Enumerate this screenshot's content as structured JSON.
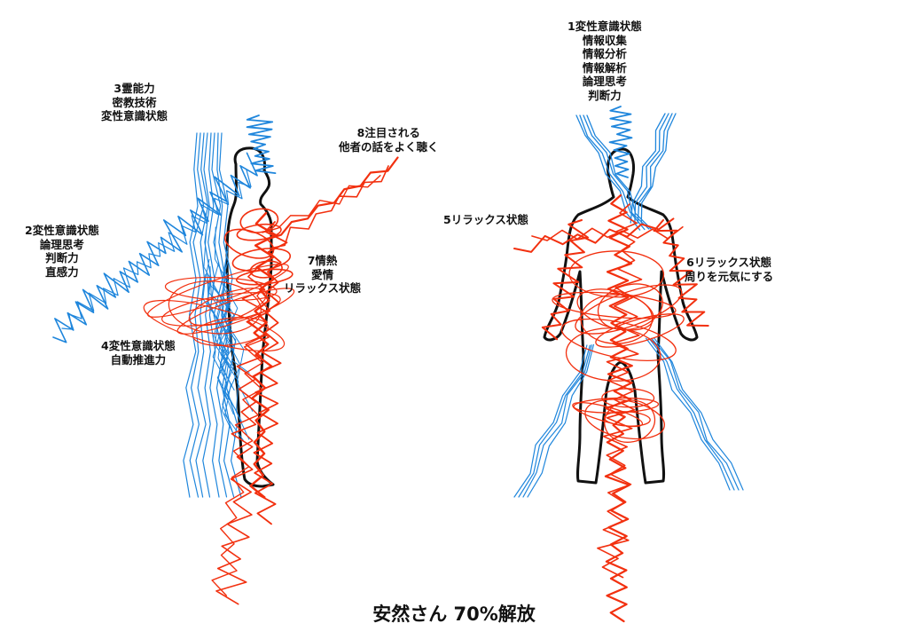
{
  "title": "安然さん 70%解放",
  "colors": {
    "blue": "#1f86dc",
    "red": "#f2300f",
    "outline": "#111111"
  },
  "labels": {
    "l1": [
      "1変性意識状態",
      "情報収集",
      "情報分析",
      "情報解析",
      "論理思考",
      "判断力"
    ],
    "l2": [
      "2変性意識状態",
      "論理思考",
      "判断力",
      "直感力"
    ],
    "l3": [
      "3霊能力",
      "密教技術",
      "変性意識状態"
    ],
    "l4": [
      "4変性意識状態",
      "自動推進力"
    ],
    "l5": [
      "5リラックス状態"
    ],
    "l6": [
      "6リラックス状態",
      "周りを元気にする"
    ],
    "l7": [
      "7情熱",
      "愛情",
      "リラックス状態"
    ],
    "l8": [
      "8注目される",
      "他者の話をよく聴く"
    ]
  }
}
